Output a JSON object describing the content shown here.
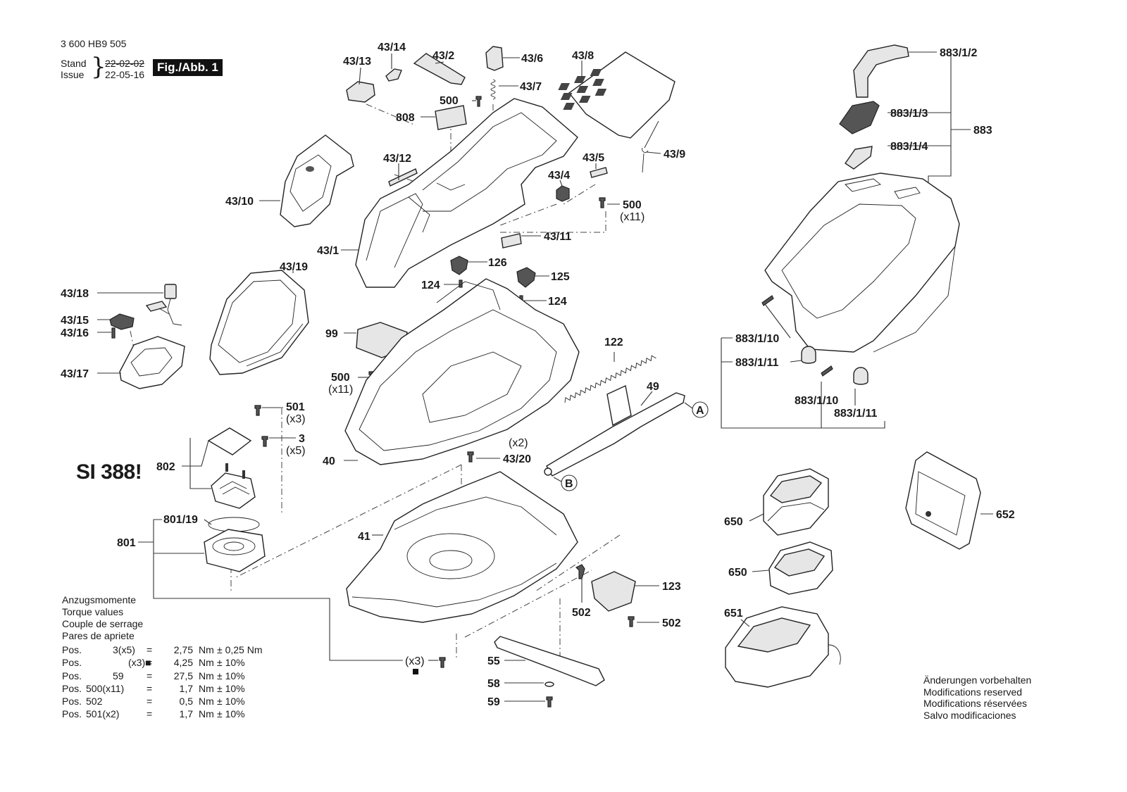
{
  "header": {
    "doc_number": "3 600 HB9 505",
    "stand_label": "Stand",
    "issue_label": "Issue",
    "stand_date": "22-02-02",
    "issue_date": "22-05-16",
    "fig_label": "Fig./Abb. 1"
  },
  "notice": "SI 388!",
  "parts": {
    "p43_14": "43/14",
    "p43_2": "43/2",
    "p43_13": "43/13",
    "p43_6": "43/6",
    "p43_8": "43/8",
    "p43_7": "43/7",
    "p500a": "500",
    "p808": "808",
    "p43_10": "43/10",
    "p43_12": "43/12",
    "p43_5": "43/5",
    "p43_9": "43/9",
    "p43_4": "43/4",
    "p500b": "500",
    "p500b_q": "(x11)",
    "p43_1": "43/1",
    "p43_11": "43/11",
    "p126": "126",
    "p125": "125",
    "p124a": "124",
    "p124b": "124",
    "p43_19": "43/19",
    "p43_18": "43/18",
    "p43_15": "43/15",
    "p43_16": "43/16",
    "p43_17": "43/17",
    "p99": "99",
    "p500c": "500",
    "p500c_q": "(x11)",
    "p122": "122",
    "p49": "49",
    "pA": "A",
    "pB": "B",
    "p501": "501",
    "p501_q": "(x3)",
    "p3": "3",
    "p3_q": "(x5)",
    "p802": "802",
    "p40": "40",
    "p43_20_q": "(x2)",
    "p43_20": "43/20",
    "p801_19": "801/19",
    "p801": "801",
    "p41": "41",
    "p502a": "502",
    "p502b": "502",
    "p123": "123",
    "p55": "55",
    "p58": "58",
    "p59": "59",
    "px3": "(x3)",
    "p883_1_2": "883/1/2",
    "p883_1_3": "883/1/3",
    "p883": "883",
    "p883_1_4": "883/1/4",
    "p883_1_10a": "883/1/10",
    "p883_1_11a": "883/1/11",
    "p883_1_10b": "883/1/10",
    "p883_1_11b": "883/1/11",
    "p650a": "650",
    "p650b": "650",
    "p651": "651",
    "p652": "652"
  },
  "torque": {
    "heading": [
      "Anzugsmomente",
      "Torque values",
      "Couple de serrage",
      "Pares de apriete"
    ],
    "rows": [
      {
        "pos": "Pos.",
        "ref": "3(x5)",
        "eq": "=",
        "val": "2,75",
        "unit": "Nm",
        "tol": "± 0,25 Nm"
      },
      {
        "pos": "Pos.",
        "ref": "(x3)■",
        "eq": "=",
        "val": "4,25",
        "unit": "Nm",
        "tol": "± 10%"
      },
      {
        "pos": "Pos.",
        "ref": "59",
        "eq": "=",
        "val": "27,5",
        "unit": "Nm",
        "tol": "± 10%"
      },
      {
        "pos": "Pos.",
        "ref": "500(x11)",
        "eq": "=",
        "val": "1,7",
        "unit": "Nm",
        "tol": "± 10%"
      },
      {
        "pos": "Pos.",
        "ref": "502",
        "eq": "=",
        "val": "0,5",
        "unit": "Nm",
        "tol": "± 10%"
      },
      {
        "pos": "Pos.",
        "ref": "501(x2)",
        "eq": "=",
        "val": "1,7",
        "unit": "Nm",
        "tol": "± 10%"
      }
    ]
  },
  "modifications": [
    "Änderungen vorbehalten",
    "Modifications reserved",
    "Modifications réservées",
    "Salvo modificaciones"
  ]
}
